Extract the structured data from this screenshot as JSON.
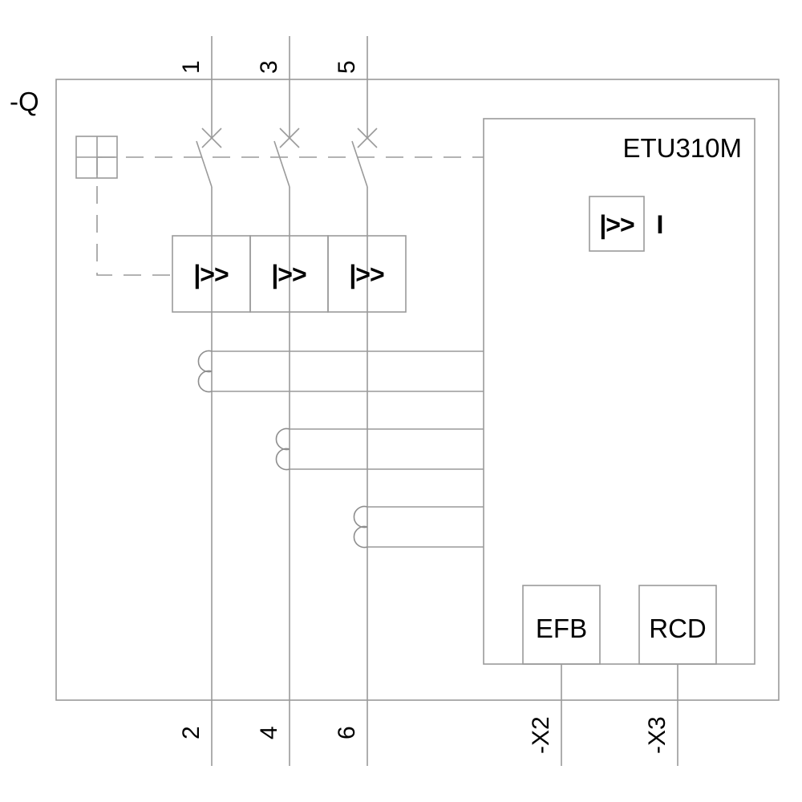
{
  "diagram": {
    "device_tag": "-Q",
    "title_label": "ETU310M",
    "top_terminals": [
      "1",
      "3",
      "5"
    ],
    "bottom_terminals": [
      "2",
      "4",
      "6"
    ],
    "trip_unit_glyph": "|>>",
    "overcurrent_modules": [
      {
        "glyph": "|>>"
      },
      {
        "glyph": "|>>"
      },
      {
        "glyph": "|>>"
      }
    ],
    "etu_indicator": {
      "box_glyph": "|>>",
      "side_glyph": "I"
    },
    "sub_modules": [
      {
        "label": "EFB",
        "terminal": "-X2"
      },
      {
        "label": "RCD",
        "terminal": "-X3"
      }
    ],
    "symbols": {
      "mechanical_link": "mechanical-linkage-symbol",
      "contact_cross": "x-cross-marker",
      "current_transformer": "current-transformer-coil"
    },
    "colors": {
      "line": "#9a9a9a",
      "text": "#000000",
      "background": "#ffffff"
    }
  }
}
